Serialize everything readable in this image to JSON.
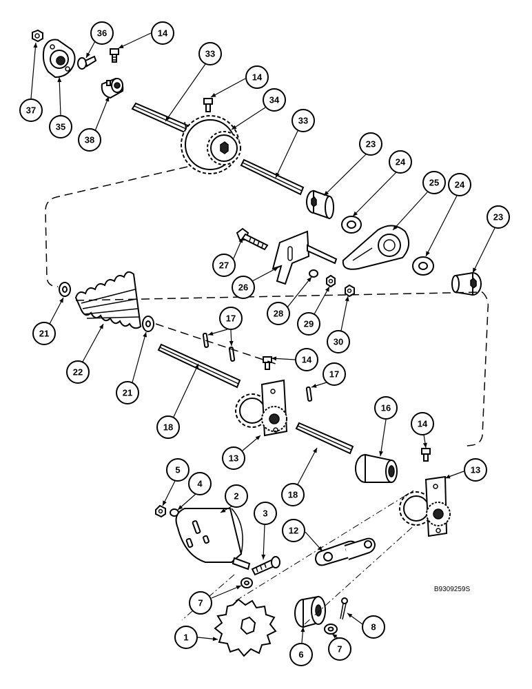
{
  "drawing_code": "B9309259S",
  "callouts": [
    {
      "id": "c37",
      "label": "37"
    },
    {
      "id": "c35",
      "label": "35"
    },
    {
      "id": "c36",
      "label": "36"
    },
    {
      "id": "c14a",
      "label": "14"
    },
    {
      "id": "c38",
      "label": "38"
    },
    {
      "id": "c33a",
      "label": "33"
    },
    {
      "id": "c14b",
      "label": "14"
    },
    {
      "id": "c34",
      "label": "34"
    },
    {
      "id": "c33b",
      "label": "33"
    },
    {
      "id": "c23a",
      "label": "23"
    },
    {
      "id": "c24a",
      "label": "24"
    },
    {
      "id": "c25",
      "label": "25"
    },
    {
      "id": "c24b",
      "label": "24"
    },
    {
      "id": "c23b",
      "label": "23"
    },
    {
      "id": "c27",
      "label": "27"
    },
    {
      "id": "c26",
      "label": "26"
    },
    {
      "id": "c28",
      "label": "28"
    },
    {
      "id": "c29",
      "label": "29"
    },
    {
      "id": "c30",
      "label": "30"
    },
    {
      "id": "c21a",
      "label": "21"
    },
    {
      "id": "c22",
      "label": "22"
    },
    {
      "id": "c21b",
      "label": "21"
    },
    {
      "id": "c17a",
      "label": "17"
    },
    {
      "id": "c14c",
      "label": "14"
    },
    {
      "id": "c18a",
      "label": "18"
    },
    {
      "id": "c17b",
      "label": "17"
    },
    {
      "id": "c13a",
      "label": "13"
    },
    {
      "id": "c16",
      "label": "16"
    },
    {
      "id": "c14d",
      "label": "14"
    },
    {
      "id": "c18b",
      "label": "18"
    },
    {
      "id": "c13b",
      "label": "13"
    },
    {
      "id": "c5",
      "label": "5"
    },
    {
      "id": "c4",
      "label": "4"
    },
    {
      "id": "c2",
      "label": "2"
    },
    {
      "id": "c3",
      "label": "3"
    },
    {
      "id": "c12",
      "label": "12"
    },
    {
      "id": "c7a",
      "label": "7"
    },
    {
      "id": "c1",
      "label": "1"
    },
    {
      "id": "c6",
      "label": "6"
    },
    {
      "id": "c7b",
      "label": "7"
    },
    {
      "id": "c8",
      "label": "8"
    }
  ]
}
